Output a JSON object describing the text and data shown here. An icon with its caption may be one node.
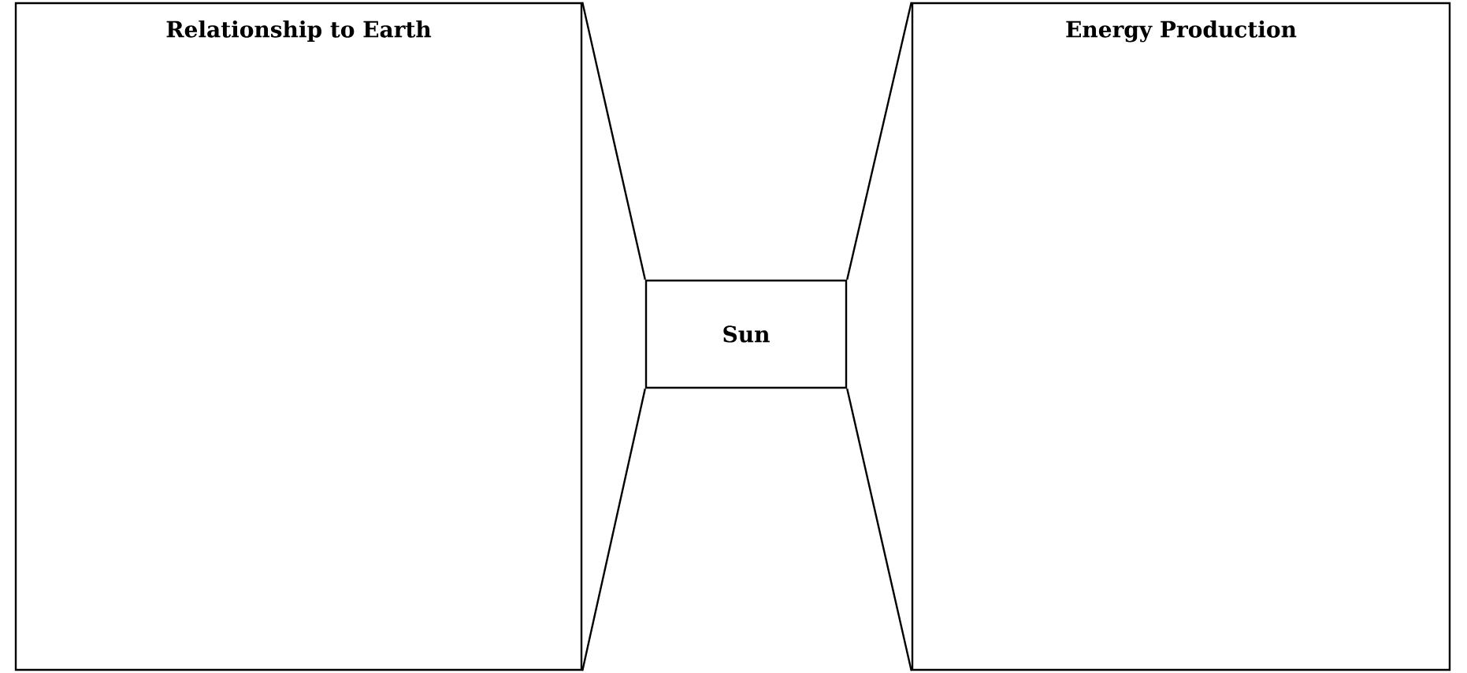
{
  "diagram": {
    "nodes": [
      {
        "text": [
          "Relationship to Earth"
        ]
      },
      {
        "text": [
          "Sun"
        ]
      },
      {
        "text": [
          "Energy Production"
        ]
      }
    ],
    "edges": [
      {
        "from": 0,
        "to": 1,
        "arrow": "none"
      },
      {
        "from": 0,
        "to": 1,
        "arrow": "none"
      },
      {
        "from": 1,
        "to": 2,
        "arrow": "none"
      },
      {
        "from": 1,
        "to": 2,
        "arrow": "none"
      }
    ]
  }
}
